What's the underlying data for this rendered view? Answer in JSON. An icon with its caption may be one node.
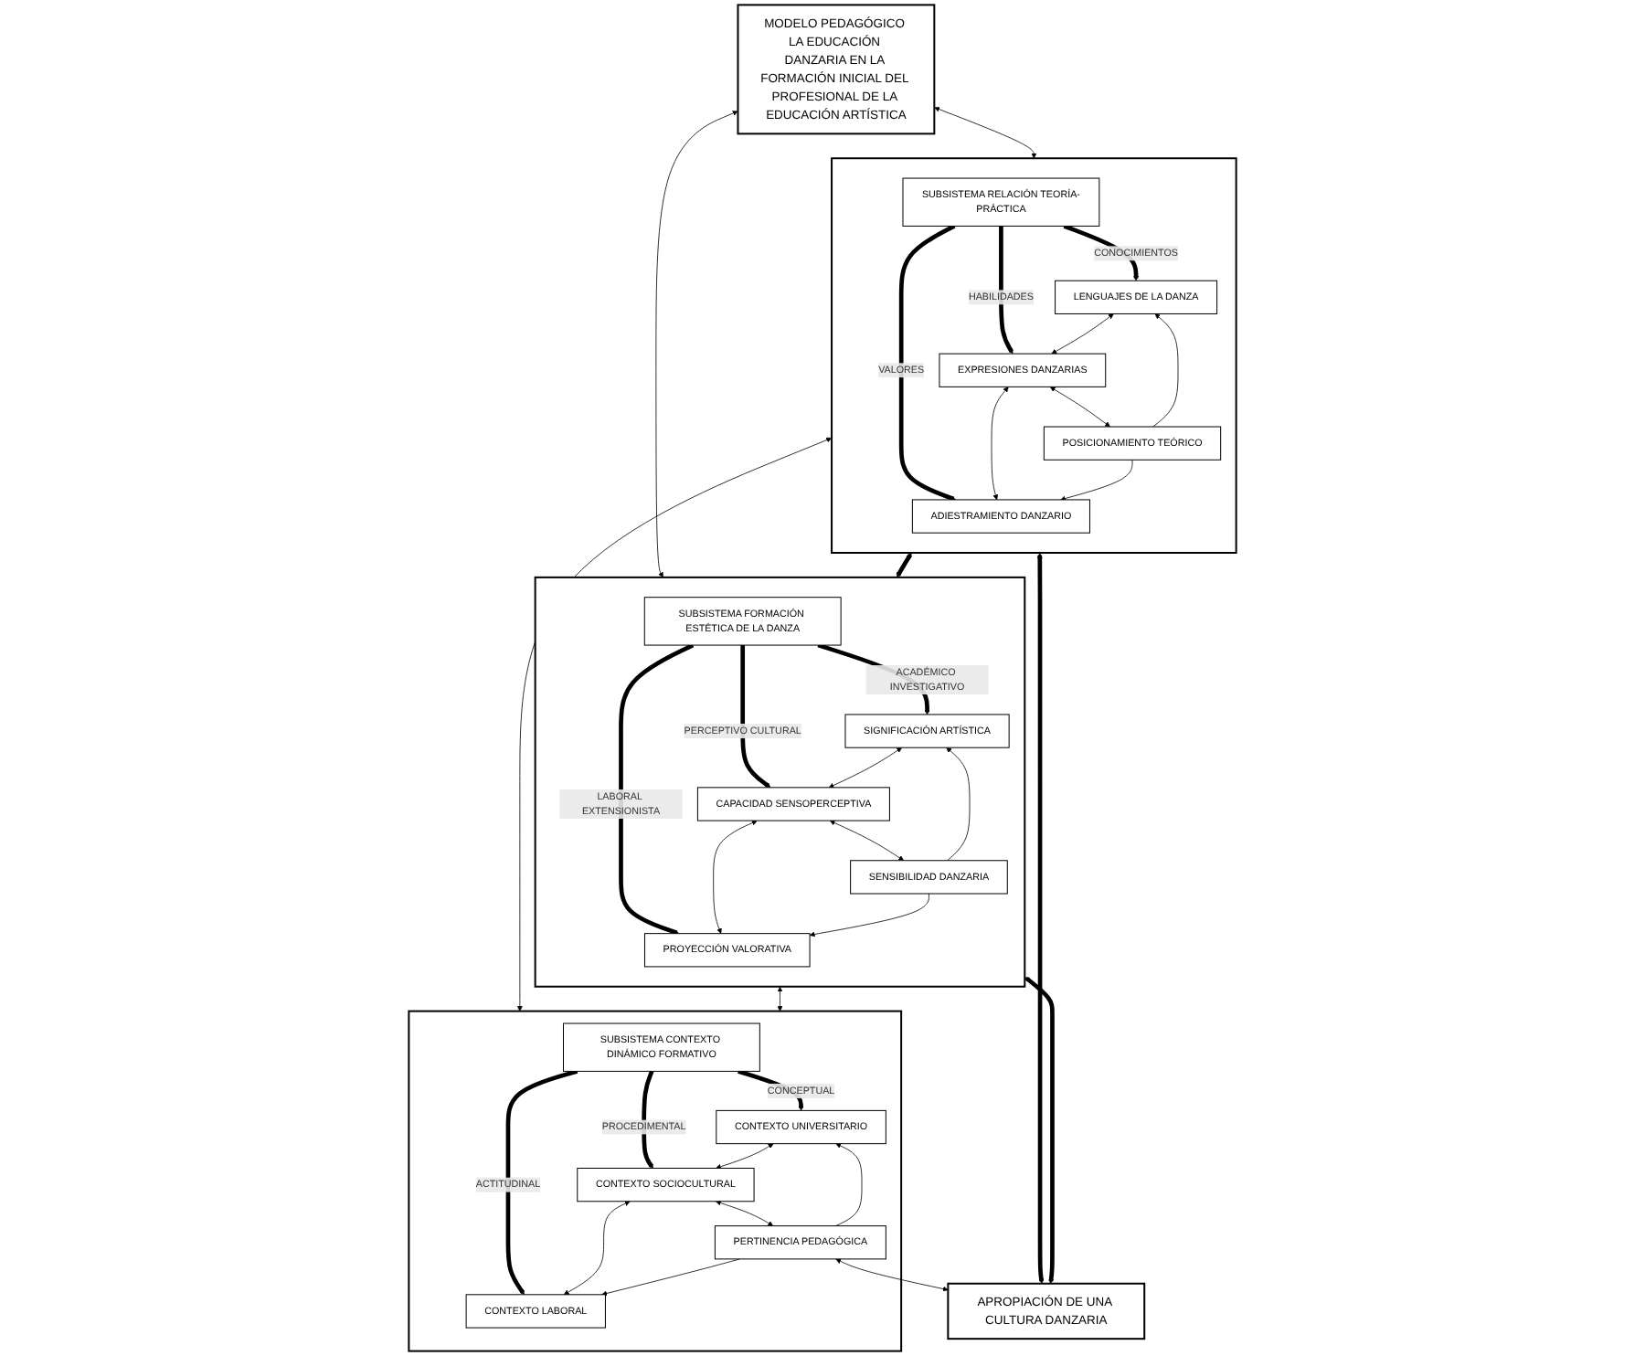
{
  "diagram": {
    "nodes": [
      {
        "text": [
          "MODELO PEDAGÓGICO LA EDUCACIÓN DANZARIA EN LA FORMACIÓN INICIAL DEL PROFESIONAL DE LA EDUCACIÓN ARTÍSTICA"
        ]
      },
      {
        "text": [],
        "shape": "box"
      },
      {
        "text": [
          "SUBSISTEMA RELACIÓN TEORÍA-PRÁCTICA"
        ],
        "in": 1
      },
      {
        "text": [
          "LENGUAJES DE LA DANZA"
        ],
        "in": 1
      },
      {
        "text": [
          "EXPRESIONES DANZARIAS"
        ],
        "in": 1
      },
      {
        "text": [
          "ADIESTRAMIENTO DANZARIO"
        ],
        "in": 1
      },
      {
        "text": [
          "POSICIONAMIENTO TEÓRICO"
        ],
        "in": 1
      },
      {
        "text": [],
        "shape": "box"
      },
      {
        "text": [
          "SUBSISTEMA FORMACIÓN ESTÉTICA DE LA DANZA"
        ],
        "in": 7
      },
      {
        "text": [
          "SIGNIFICACIÓN ARTÍSTICA"
        ],
        "in": 7
      },
      {
        "text": [
          "CAPACIDAD SENSOPERCEPTIVA"
        ],
        "in": 7
      },
      {
        "text": [
          "PROYECCIÓN VALORATIVA"
        ],
        "in": 7
      },
      {
        "text": [
          "SENSIBILIDAD DANZARIA"
        ],
        "in": 7
      },
      {
        "text": [],
        "shape": "box"
      },
      {
        "text": [
          "SUBSISTEMA CONTEXTO DINÁMICO FORMATIVO"
        ],
        "in": 13
      },
      {
        "text": [
          "CONTEXTO UNIVERSITARIO"
        ],
        "in": 13
      },
      {
        "text": [
          "CONTEXTO SOCIOCULTURAL"
        ],
        "in": 13
      },
      {
        "text": [
          "CONTEXTO LABORAL"
        ],
        "in": 13
      },
      {
        "text": [
          "PERTINENCIA PEDAGÓGICA"
        ],
        "in": 13
      },
      {
        "text": [
          "APROPIACIÓN DE UNA CULTURA DANZARIA"
        ]
      }
    ],
    "edges": [
      {
        "from": 0,
        "to": 1,
        "arrow": "both"
      },
      {
        "from": 0,
        "to": 7,
        "arrow": "both"
      },
      {
        "from": 1,
        "to": 7,
        "arrow": "both",
        "style": "thick"
      },
      {
        "from": 2,
        "to": 3,
        "arrow": "to",
        "label": "CONOCIMIENTOS",
        "style": "thick"
      },
      {
        "from": 2,
        "to": 4,
        "arrow": "to",
        "label": "HABILIDADES",
        "style": "thick"
      },
      {
        "from": 2,
        "to": 5,
        "arrow": "to",
        "label": "VALORES",
        "style": "thick"
      },
      {
        "from": 3,
        "to": 4,
        "arrow": "both"
      },
      {
        "from": 4,
        "to": 5,
        "arrow": "both"
      },
      {
        "from": 6,
        "to": 3,
        "arrow": "to"
      },
      {
        "from": 4,
        "to": 6,
        "arrow": "both"
      },
      {
        "from": 6,
        "to": 5,
        "arrow": "to"
      },
      {
        "from": 8,
        "to": 9,
        "arrow": "to",
        "label": "ACADÉMICO INVESTIGATIVO",
        "style": "thick"
      },
      {
        "from": 8,
        "to": 10,
        "arrow": "to",
        "label": "PERCEPTIVO CULTURAL",
        "style": "thick"
      },
      {
        "from": 8,
        "to": 11,
        "arrow": "to",
        "label": "LABORAL EXTENSIONISTA",
        "style": "thick"
      },
      {
        "from": 9,
        "to": 10,
        "arrow": "both"
      },
      {
        "from": 10,
        "to": 11,
        "arrow": "both"
      },
      {
        "from": 12,
        "to": 9,
        "arrow": "to"
      },
      {
        "from": 10,
        "to": 12,
        "arrow": "both"
      },
      {
        "from": 12,
        "to": 11,
        "arrow": "to"
      },
      {
        "from": 1,
        "to": 13,
        "arrow": "both"
      },
      {
        "from": 7,
        "to": 13,
        "arrow": "both"
      },
      {
        "from": 14,
        "to": 15,
        "arrow": "to",
        "label": "CONCEPTUAL",
        "style": "thick"
      },
      {
        "from": 14,
        "to": 16,
        "arrow": "to",
        "label": "PROCEDIMENTAL",
        "style": "thick"
      },
      {
        "from": 14,
        "to": 17,
        "arrow": "to",
        "label": "ACTITUDINAL",
        "style": "thick"
      },
      {
        "from": 15,
        "to": 16,
        "arrow": "both"
      },
      {
        "from": 16,
        "to": 17,
        "arrow": "both"
      },
      {
        "from": 18,
        "to": 15,
        "arrow": "to"
      },
      {
        "from": 16,
        "to": 18,
        "arrow": "both"
      },
      {
        "from": 18,
        "to": 17,
        "arrow": "to"
      },
      {
        "from": 18,
        "to": 19,
        "arrow": "both"
      },
      {
        "from": 1,
        "to": 19,
        "arrow": "both",
        "style": "thick"
      },
      {
        "from": 7,
        "to": 19,
        "arrow": "both",
        "style": "thick"
      }
    ]
  }
}
